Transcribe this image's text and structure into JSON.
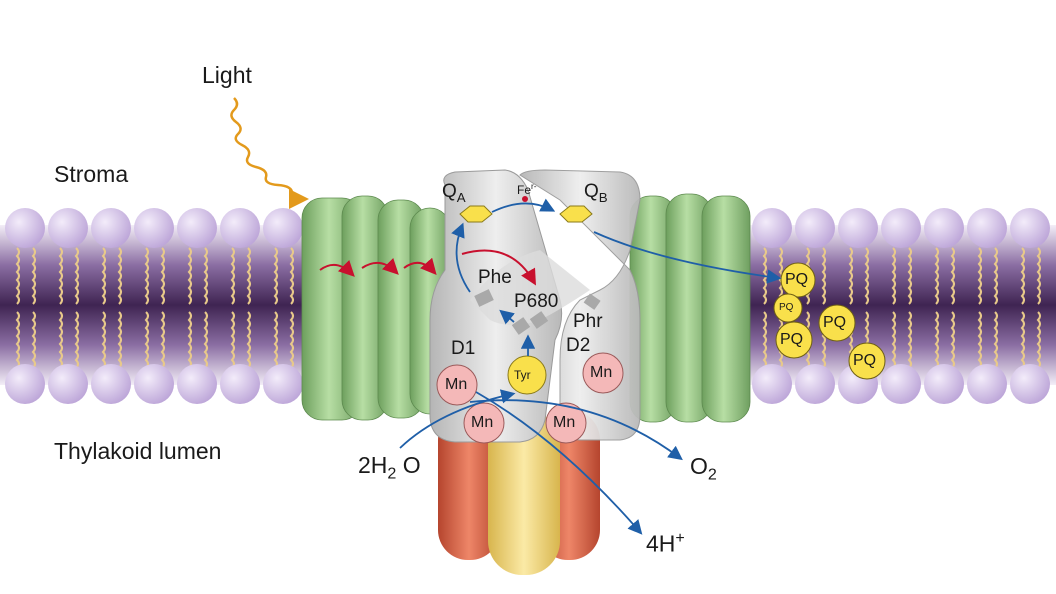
{
  "labels": {
    "light": "Light",
    "stroma": "Stroma",
    "lumen": "Thylakoid lumen",
    "qa": "Q",
    "qa_sub": "A",
    "qb": "Q",
    "qb_sub": "B",
    "fe": "Fe",
    "fe_sup": "r-",
    "phe": "Phe",
    "p680": "P680",
    "phr": "Phr",
    "d1": "D1",
    "d2": "D2",
    "tyr": "Tyr",
    "mn": "Mn",
    "pq": "PQ",
    "water_coef": "2H",
    "water_sub": "2",
    "water_o": "O",
    "oxygen": "O",
    "oxygen_sub": "2",
    "protons": "4H",
    "protons_sup": "+"
  },
  "colors": {
    "lipid_head": "#d8c6ec",
    "lipid_core": "#5e3a74",
    "lipid_tail": "#e8c98a",
    "protein_green": "#9ccb8a",
    "protein_core": "#cfcfcf",
    "light_wave": "#e39a1c",
    "electron_red": "#c8102e",
    "electron_blue": "#1f5fa8",
    "manganese": "#f4b8b8",
    "plastoquinone": "#f9e04b",
    "base_red": "#d9644a",
    "base_yellow": "#f3d97a"
  }
}
